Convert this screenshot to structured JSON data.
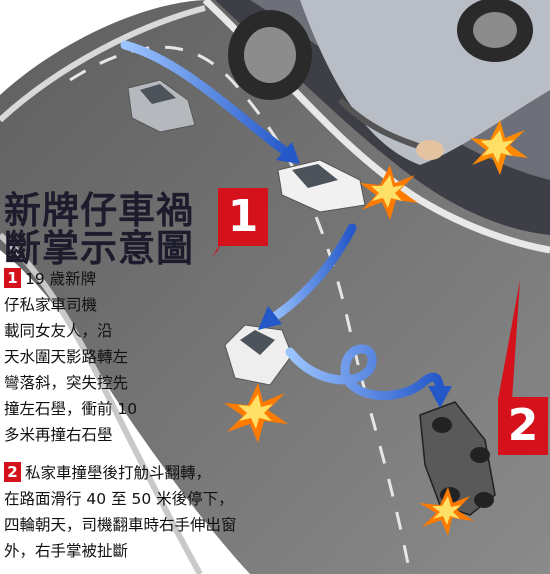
{
  "title": {
    "line1": "新牌仔車禍",
    "line2": "斷掌示意圖"
  },
  "markers": {
    "big1": "1",
    "big2": "2"
  },
  "step1": {
    "number": "1",
    "lines": [
      "19 歲新牌",
      "仔私家車司機",
      "載同女友人，沿",
      "天水圍天影路轉左",
      "彎落斜，突失控先",
      "撞左石壆，衝前 10",
      "多米再撞右石壆"
    ]
  },
  "step2": {
    "number": "2",
    "lines": [
      "私家車撞壆後打觔斗翻轉，",
      "在路面滑行 40 至 50 米後停下，",
      "四輪朝天，司機翻車時右手伸出窗",
      "外，右手掌被扯斷"
    ]
  },
  "colors": {
    "accent_red": "#d5121b",
    "arrow_blue": "#2f6fd6",
    "road_gray": "#7a7a7a"
  }
}
